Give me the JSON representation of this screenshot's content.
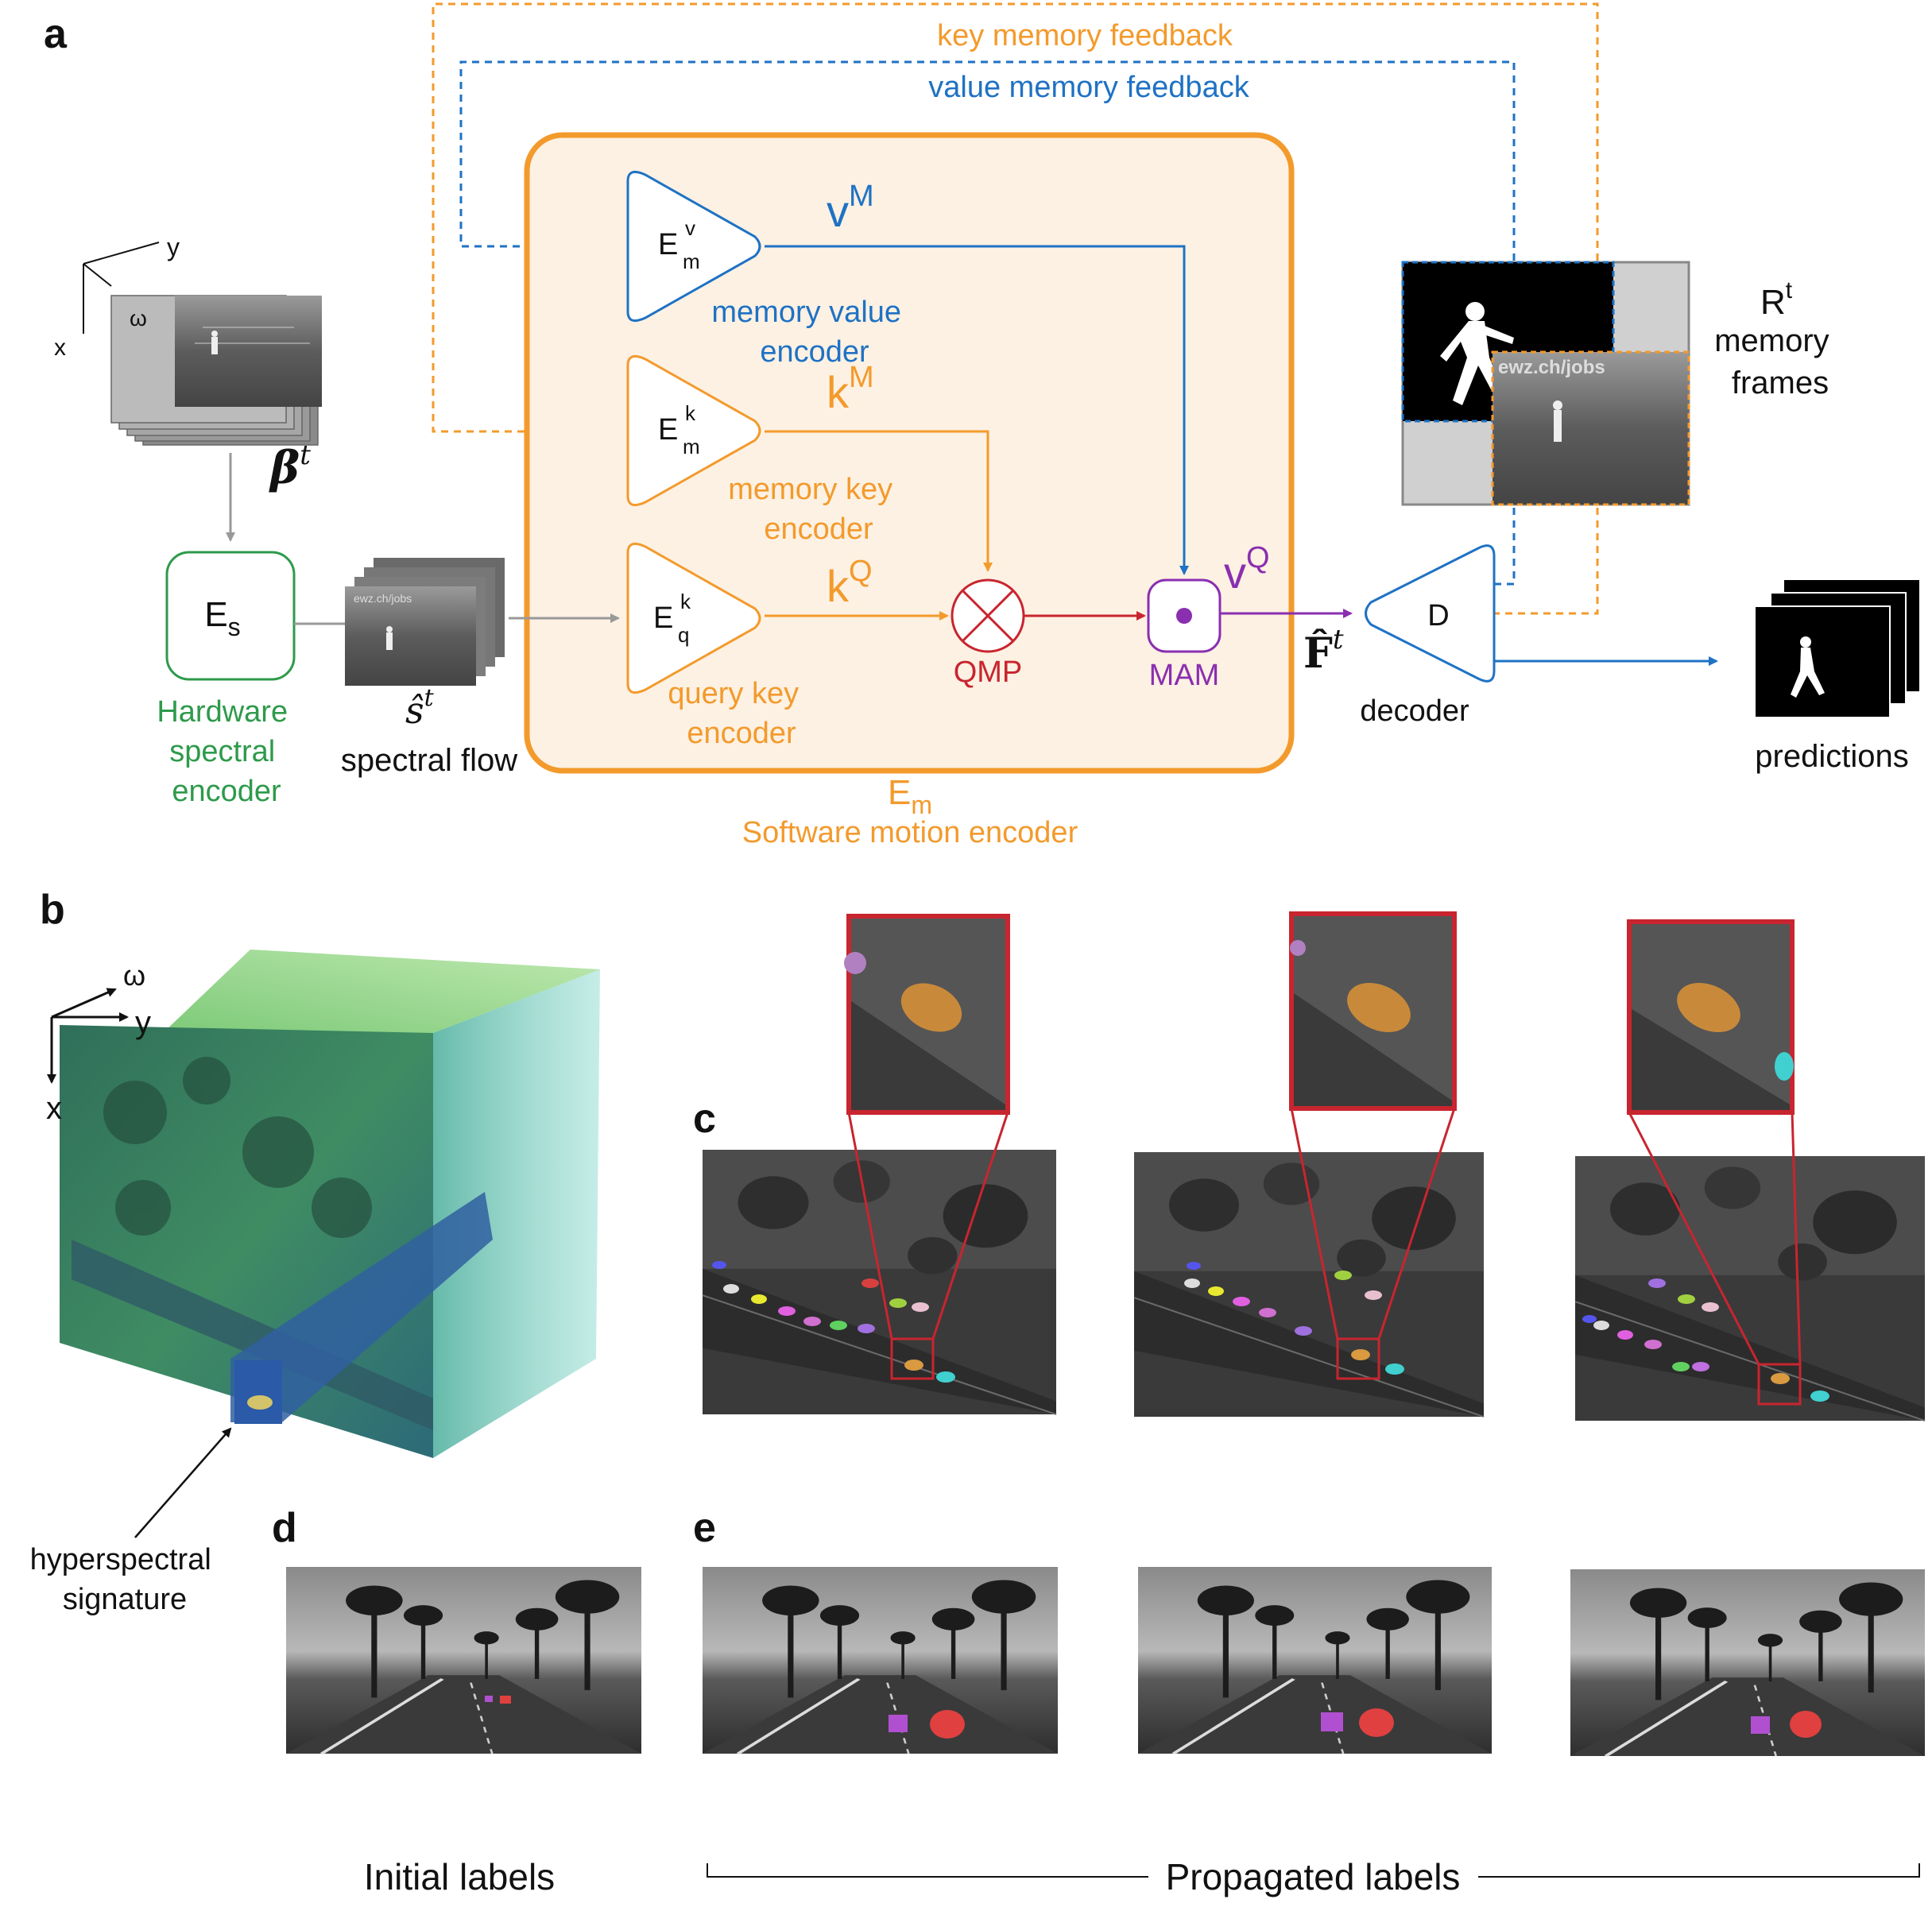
{
  "colors": {
    "orange": "#f39a2c",
    "blue": "#1f72c4",
    "green": "#2e9a4b",
    "red": "#c8252f",
    "purple": "#8a2fb0",
    "gray": "#999999",
    "panel_fill": "#fdf1e3",
    "dark": "#111111"
  },
  "panel_labels": {
    "a": "a",
    "b": "b",
    "c": "c",
    "d": "d",
    "e": "e"
  },
  "panel_a": {
    "feedback": {
      "key": "key memory feedback",
      "value": "value memory feedback"
    },
    "input": {
      "y": "y",
      "omega": "ω",
      "x": "x",
      "beta": "β",
      "beta_sup": "t"
    },
    "hardware_encoder": {
      "main": "E",
      "sub": "s",
      "caption": [
        "Hardware",
        "spectral",
        "encoder"
      ]
    },
    "spectral_flow": {
      "symbol": "ŝ",
      "sup": "t",
      "caption": "spectral flow"
    },
    "value_encoder": {
      "main": "E",
      "sup": "v",
      "sub": "m",
      "caption": [
        "memory value",
        "encoder"
      ],
      "output": "v",
      "output_sup": "M"
    },
    "memory_key_encoder": {
      "main": "E",
      "sup": "k",
      "sub": "m",
      "caption": [
        "memory key",
        "encoder"
      ],
      "output": "k",
      "output_sup": "M"
    },
    "query_key_encoder": {
      "main": "E",
      "sup": "k",
      "sub": "q",
      "caption": [
        "query key",
        "encoder"
      ],
      "output": "k",
      "output_sup": "Q"
    },
    "qmp": "QMP",
    "mam": "MAM",
    "vq": {
      "main": "v",
      "sup": "Q"
    },
    "f_hat": {
      "symbol": "F̂",
      "sup": "t"
    },
    "decoder": {
      "letter": "D",
      "caption": "decoder"
    },
    "memory_frames": {
      "main": "R",
      "sup": "t",
      "caption": [
        "memory",
        "frames"
      ]
    },
    "predictions": "predictions",
    "motion_encoder": {
      "main": "E",
      "sub": "m",
      "caption": "Software motion encoder"
    },
    "overlay_text": "ewz.ch/jobs"
  },
  "panel_b": {
    "axes": {
      "omega": "ω",
      "y": "y",
      "x": "x"
    },
    "annotation": [
      "hyperspectral",
      "signature"
    ]
  },
  "panel_e": {
    "initial": "Initial labels",
    "propagated": "Propagated labels"
  }
}
